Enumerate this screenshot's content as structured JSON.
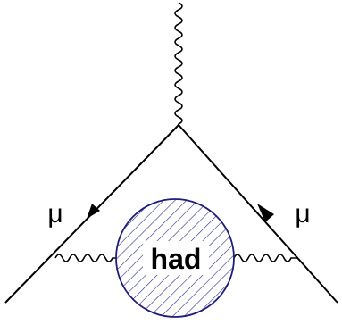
{
  "diagram": {
    "blob_label": "had",
    "left_muon_label": "μ",
    "right_muon_label": "μ",
    "colors": {
      "line": "#000000",
      "blob_stroke": "#1e1e7a",
      "hatch": "#2a2a8c",
      "background": "#ffffff"
    }
  }
}
